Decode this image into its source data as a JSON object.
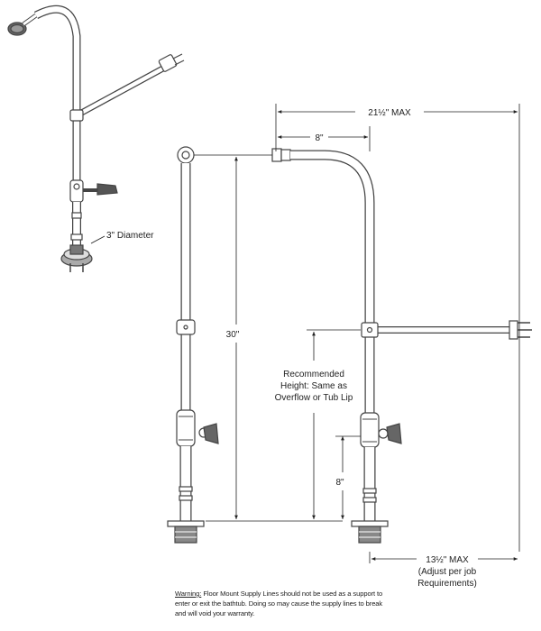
{
  "labels": {
    "diameter": "3\" Diameter",
    "max_width": "21½\" MAX",
    "top_width": "8\"",
    "height": "30\"",
    "recommended_line1": "Recommended",
    "recommended_line2": "Height: Same as",
    "recommended_line3": "Overflow or Tub Lip",
    "low_height": "8\"",
    "bottom_width": "13½\" MAX",
    "bottom_note1": "(Adjust per job",
    "bottom_note2": "Requirements)"
  },
  "warning": {
    "label": "Warning:",
    "text": " Floor Mount Supply Lines should not be used as a support to enter or exit the bathtub.  Doing so may cause the supply lines to break and will void your warranty."
  }
}
